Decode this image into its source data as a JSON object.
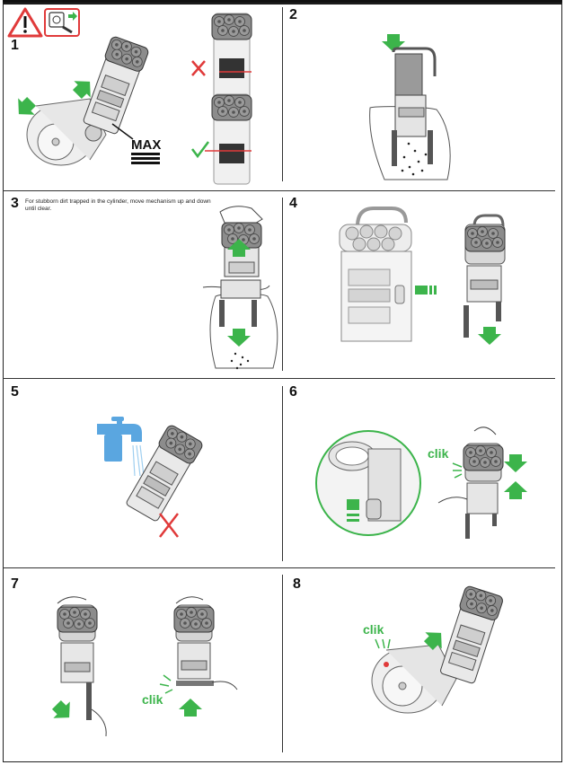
{
  "steps": [
    {
      "number": "1"
    },
    {
      "number": "2"
    },
    {
      "number": "3",
      "note": "For stubborn dirt trapped in the cylinder, move mechanism up and down until clear."
    },
    {
      "number": "4"
    },
    {
      "number": "5"
    },
    {
      "number": "6",
      "sound": "clik"
    },
    {
      "number": "7",
      "sound": "clik"
    },
    {
      "number": "8",
      "sound": "clik"
    }
  ],
  "labels": {
    "max": "MAX"
  },
  "icons": {
    "warning": "warning-triangle-icon",
    "unplug": "unplug-socket-icon",
    "wrong": "red-cross-icon",
    "right": "green-check-icon",
    "tap": "water-tap-icon",
    "arrow": "green-arrow-icon"
  },
  "colors": {
    "accent": "#3cb44b",
    "error": "#e03a3a",
    "water": "#5aa6e0",
    "line": "#333333"
  }
}
